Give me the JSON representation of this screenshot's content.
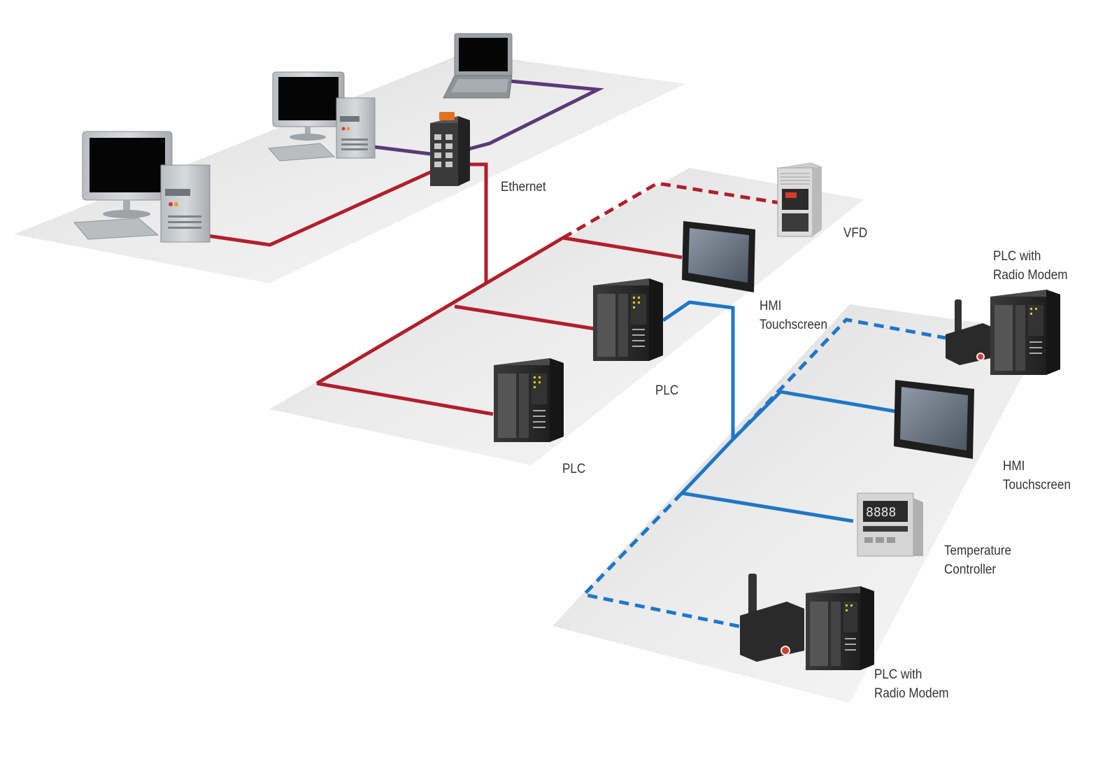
{
  "labels": {
    "ethernet": "Ethernet",
    "vfd": "VFD",
    "hmi_mid": [
      "HMI",
      "Touchscreen"
    ],
    "plc_mid_upper": "PLC",
    "plc_mid_lower": "PLC",
    "plc_radio_top": [
      "PLC with",
      "Radio Modem"
    ],
    "hmi_right": [
      "HMI",
      "Touchscreen"
    ],
    "temperature_controller": [
      "Temperature",
      "Controller"
    ],
    "plc_radio_bottom": [
      "PLC with",
      "Radio Modem"
    ]
  },
  "colors": {
    "ethernet_line": "#b11e2a",
    "serial_line": "#1f76c6",
    "office_link": "#5a3a78",
    "floor": "#e9e9e9",
    "device_dark": "#2e2e2e",
    "monitor_beige": "#c9ccce"
  },
  "icons": [
    "desktop-computer-icon",
    "laptop-icon",
    "network-switch-icon",
    "vfd-drive-icon",
    "hmi-touchscreen-icon",
    "plc-icon",
    "radio-modem-icon",
    "temperature-controller-icon"
  ]
}
